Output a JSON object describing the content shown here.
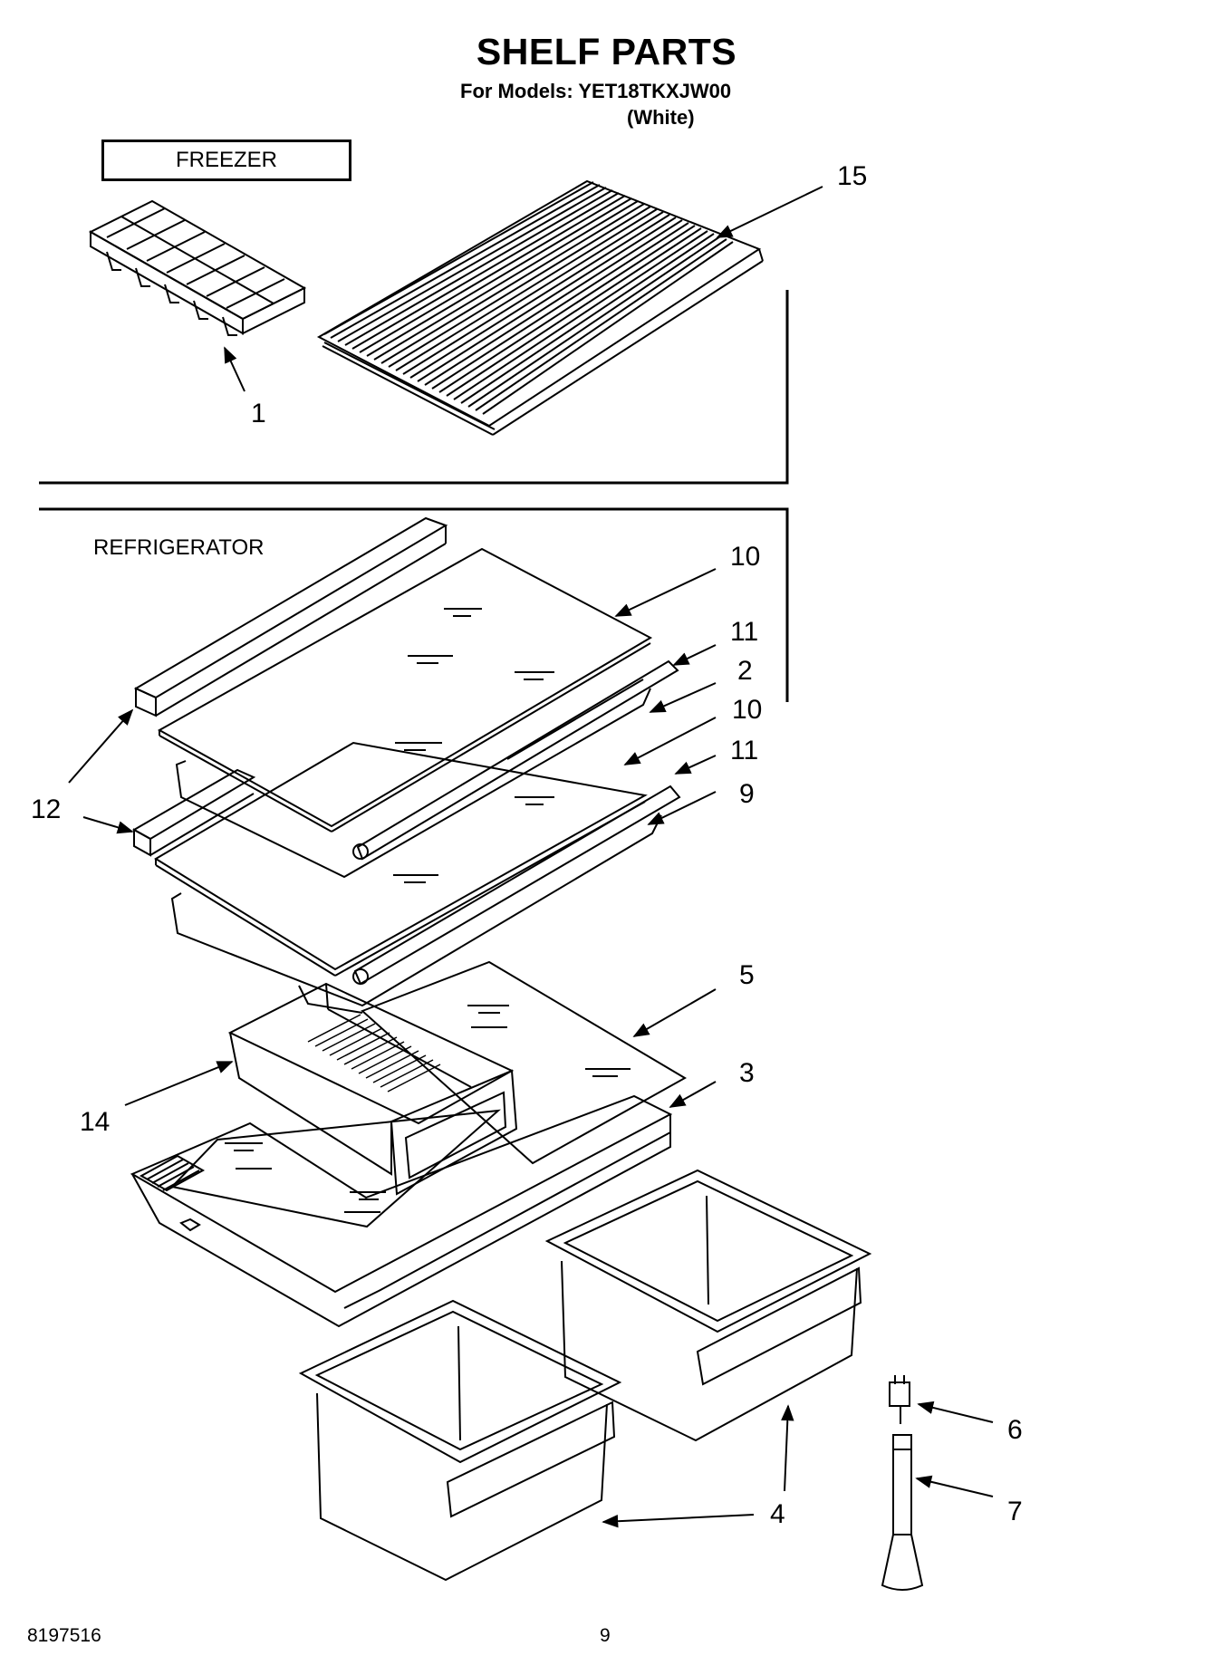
{
  "header": {
    "title": "SHELF PARTS",
    "models_line": "For Models: YET18TKXJW00",
    "color_line": "(White)"
  },
  "sections": {
    "freezer": "FREEZER",
    "refrigerator": "REFRIGERATOR"
  },
  "callouts": {
    "c15": "15",
    "c1": "1",
    "c10a": "10",
    "c11a": "11",
    "c2": "2",
    "c10b": "10",
    "c11b": "11",
    "c9": "9",
    "c12": "12",
    "c5": "5",
    "c3": "3",
    "c14": "14",
    "c6": "6",
    "c7": "7",
    "c4": "4"
  },
  "footer": {
    "doc_number": "8197516",
    "page_number": "9"
  }
}
